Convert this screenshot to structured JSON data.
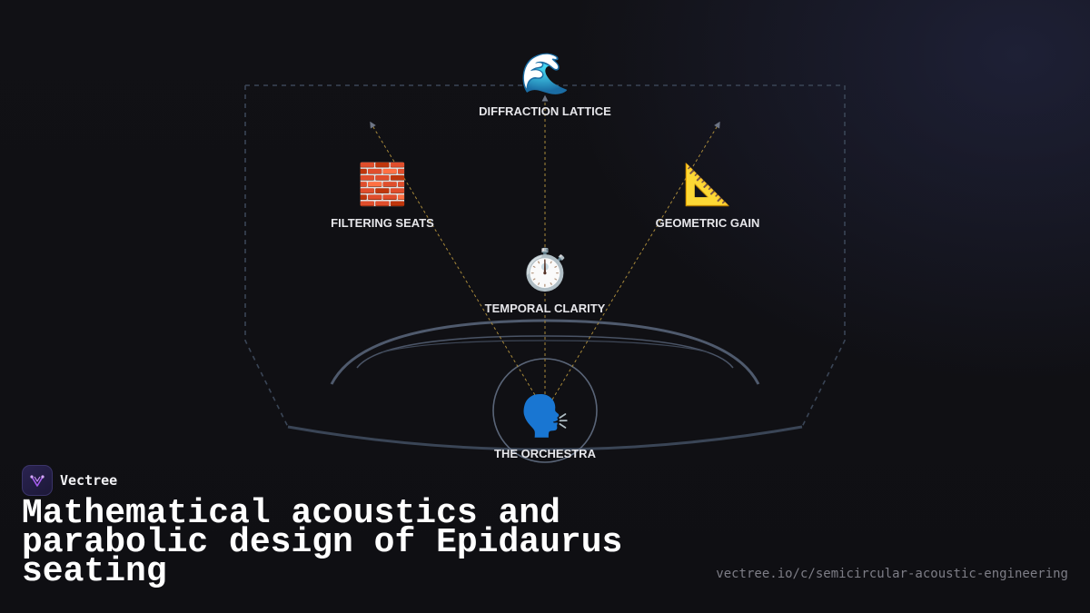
{
  "nodes": {
    "diffraction": {
      "icon": "🌊",
      "icon_name": "wave-icon",
      "label": "DIFFRACTION LATTICE"
    },
    "filtering": {
      "icon": "🧱",
      "icon_name": "brick-icon",
      "label": "FILTERING SEATS"
    },
    "geometric": {
      "icon": "📐",
      "icon_name": "triangular-ruler-icon",
      "label": "GEOMETRIC GAIN"
    },
    "temporal": {
      "icon": "⏱️",
      "icon_name": "stopwatch-icon",
      "label": "TEMPORAL CLARITY"
    },
    "orchestra": {
      "icon": "🗣️",
      "icon_name": "speaking-head-icon",
      "label": "THE ORCHESTRA"
    }
  },
  "brand": {
    "name": "Vectree",
    "logo_name": "vectree-logo-icon"
  },
  "title": "Mathematical acoustics and parabolic design of Epidaurus seating",
  "url": "vectree.io/c/semicircular-acoustic-engineering",
  "colors": {
    "background": "#111116",
    "outline": "#3a4556",
    "ray": "#a8893a",
    "label": "#e6e6ea",
    "brand_accent": "#a65cf0"
  }
}
